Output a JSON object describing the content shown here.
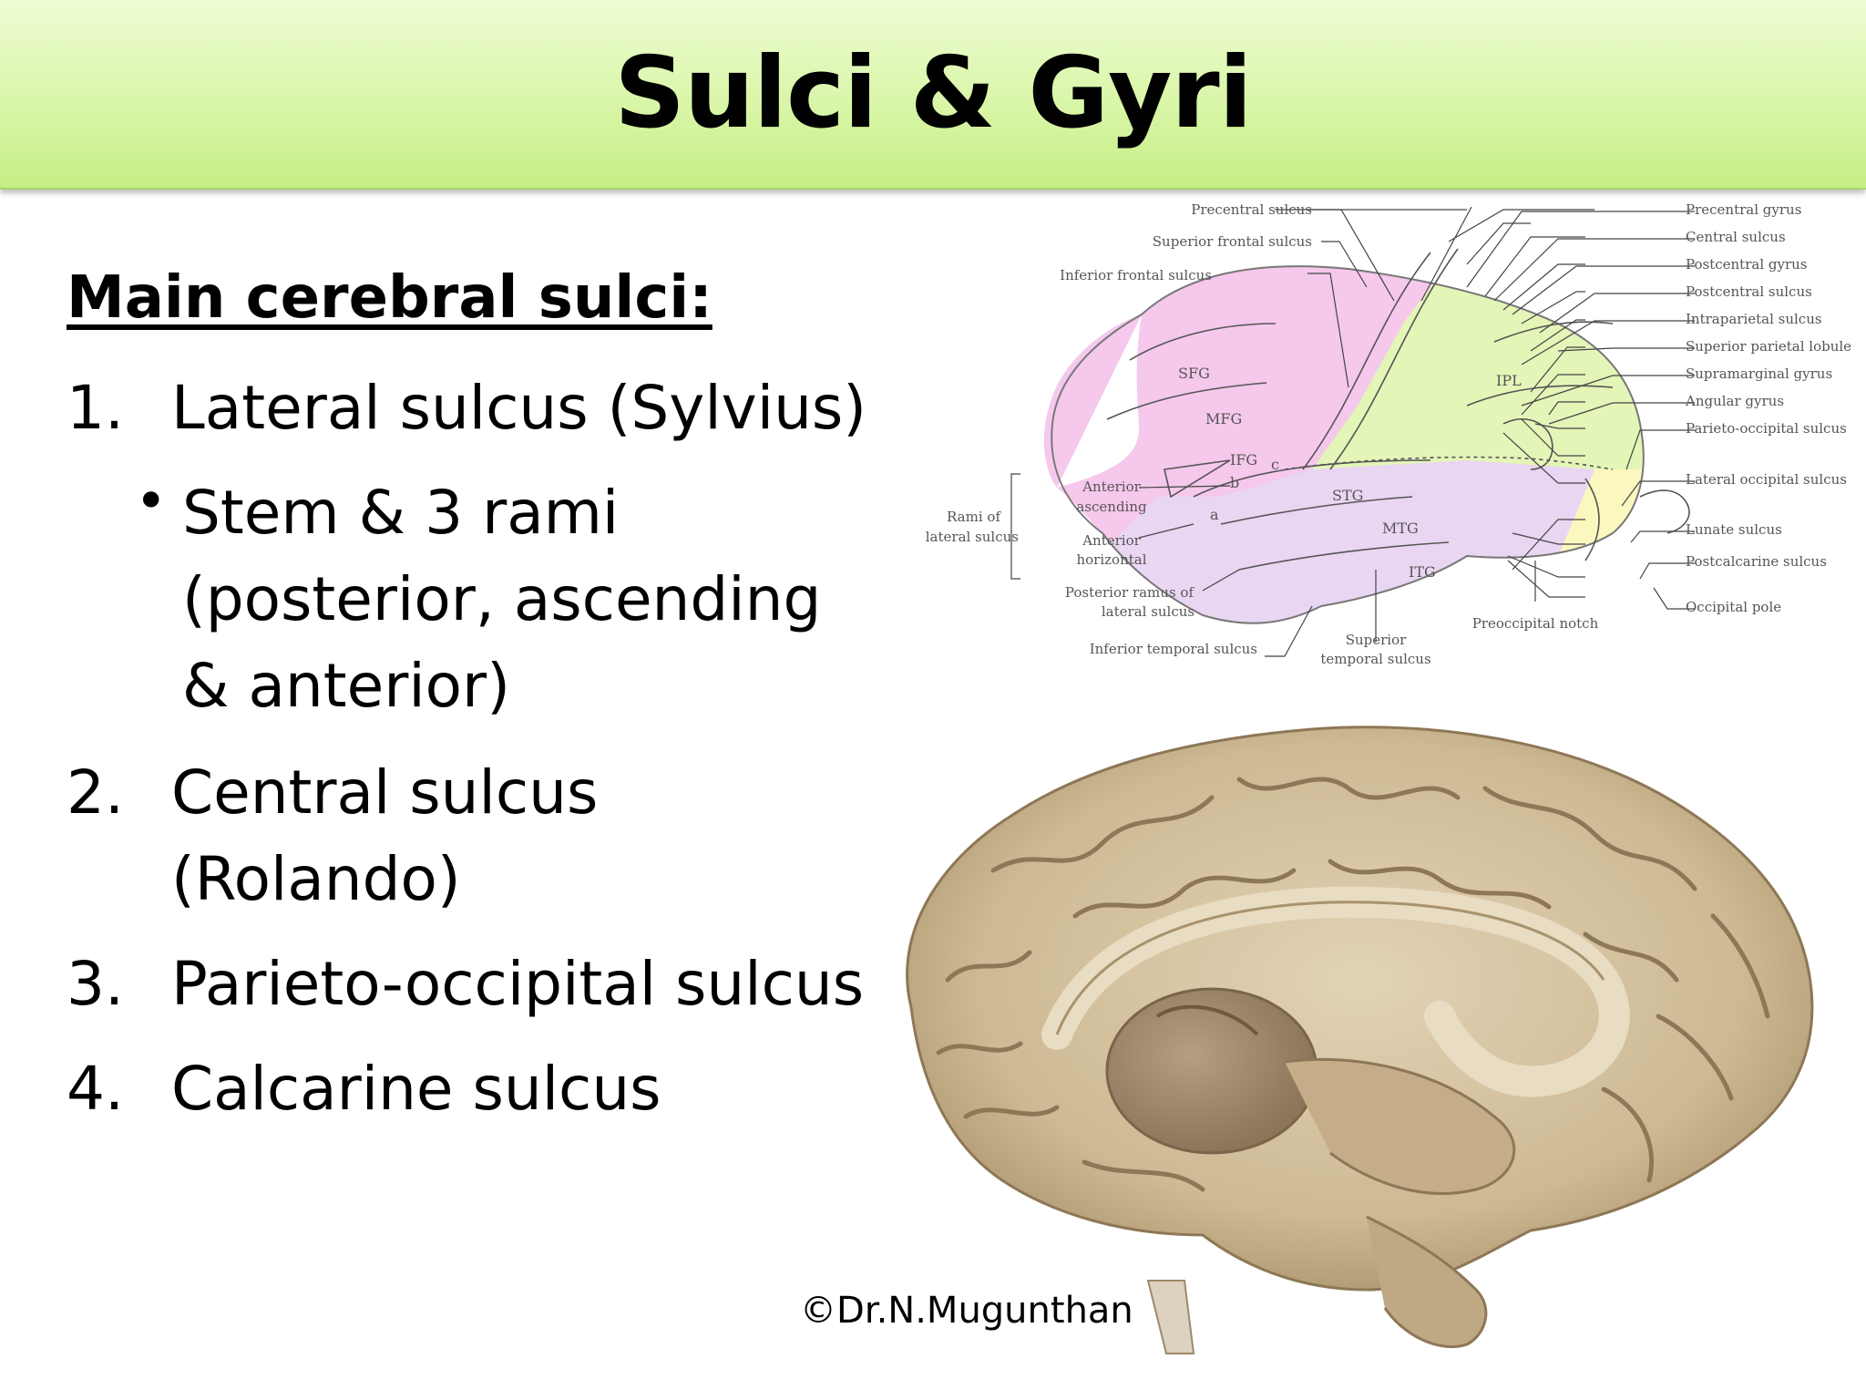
{
  "slide": {
    "title": "Sulci & Gyri",
    "heading": "Main cerebral sulci:",
    "items": [
      {
        "num": "1.",
        "lines": [
          "Lateral sulcus (Sylvius)"
        ]
      },
      {
        "num": "2.",
        "lines": [
          "Central sulcus",
          "(Rolando)"
        ]
      },
      {
        "num": "3.",
        "lines": [
          "Parieto-occipital sulcus"
        ]
      },
      {
        "num": "4.",
        "lines": [
          "Calcarine sulcus"
        ]
      }
    ],
    "sub_bullet": {
      "symbol": "•",
      "lines": [
        "Stem & 3 rami",
        "(posterior, ascending",
        "& anterior)"
      ]
    },
    "credit": "©Dr.N.Mugunthan"
  },
  "diagram": {
    "left_labels": {
      "precentral_sulcus": "Precentral sulcus",
      "superior_frontal_sulcus": "Superior frontal sulcus",
      "inferior_frontal_sulcus": "Inferior frontal sulcus",
      "rami_of": "Rami of",
      "lateral_sulcus": "lateral sulcus",
      "anterior_1": "Anterior",
      "ascending": "ascending",
      "anterior_2": "Anterior",
      "horizontal": "horizontal",
      "posterior_ramus_of": "Posterior ramus of",
      "lateral_sulcus_2": "lateral sulcus",
      "inferior_temporal_sulcus": "Inferior temporal sulcus",
      "superior": "Superior",
      "temporal_sulcus": "temporal sulcus",
      "preoccipital_notch": "Preoccipital notch"
    },
    "right_labels": [
      "Precentral gyrus",
      "Central sulcus",
      "Postcentral gyrus",
      "Postcentral sulcus",
      "Intraparietal sulcus",
      "Superior parietal lobule",
      "Supramarginal gyrus",
      "Angular gyrus",
      "Parieto-occipital sulcus",
      "Lateral occipital sulcus",
      "Lunate sulcus",
      "Postcalcarine sulcus",
      "Occipital pole"
    ],
    "region_labels": {
      "sfg": "SFG",
      "mfg": "MFG",
      "ifg": "IFG",
      "ipl": "IPL",
      "stg": "STG",
      "mtg": "MTG",
      "itg": "ITG",
      "a": "a",
      "b": "b",
      "c": "c"
    },
    "colors": {
      "frontal": "#f5c8ec",
      "parietal": "#e4f5b8",
      "temporal": "#e9d6f2",
      "occipital": "#fbf8bf"
    }
  }
}
